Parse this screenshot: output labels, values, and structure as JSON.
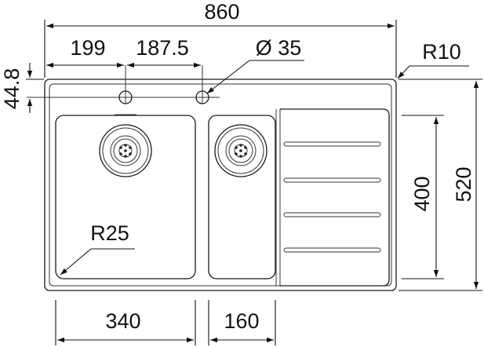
{
  "dimensions": {
    "overall_width": "860",
    "tap_hole_offset_1": "199",
    "tap_hole_offset_2": "187.5",
    "tap_hole_diameter": "Ø 35",
    "corner_radius_outer": "R10",
    "top_edge_offset": "44.8",
    "drainer_depth": "400",
    "overall_depth": "520",
    "bowl_corner_radius": "R25",
    "main_bowl_width": "340",
    "small_bowl_width": "160"
  },
  "colors": {
    "line": "#1a1a1a",
    "background": "#ffffff"
  }
}
